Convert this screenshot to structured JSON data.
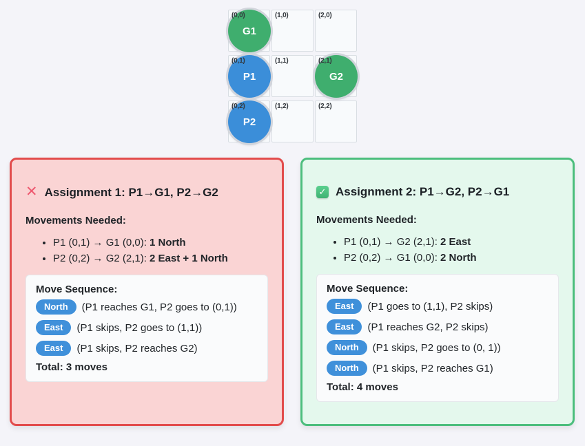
{
  "colors": {
    "page_bg": "#f4f4f9",
    "goal_green": "#3fae6e",
    "player_blue": "#3b8ed9",
    "badge_blue": "#3f90da",
    "fail_border": "#e24c4c",
    "fail_bg": "#fad4d4",
    "pass_border": "#4cbe7d",
    "pass_bg": "#e4f8ed"
  },
  "icons": {
    "fail_glyph": "✕",
    "pass_glyph": "✓"
  },
  "grid": {
    "cells": [
      {
        "coord": "(0,0)",
        "token": "G1",
        "type": "goal"
      },
      {
        "coord": "(1,0)",
        "token": "",
        "type": "empty"
      },
      {
        "coord": "(2,0)",
        "token": "",
        "type": "empty"
      },
      {
        "coord": "(0,1)",
        "token": "P1",
        "type": "player"
      },
      {
        "coord": "(1,1)",
        "token": "",
        "type": "empty"
      },
      {
        "coord": "(2,1)",
        "token": "G2",
        "type": "goal"
      },
      {
        "coord": "(0,2)",
        "token": "P2",
        "type": "player"
      },
      {
        "coord": "(1,2)",
        "token": "",
        "type": "empty"
      },
      {
        "coord": "(2,2)",
        "token": "",
        "type": "empty"
      }
    ]
  },
  "panels": [
    {
      "status": "fail",
      "title": "Assignment 1: P1→G1, P2→G2",
      "movements_heading": "Movements Needed:",
      "movements": [
        {
          "prefix": "P1 (0,1) → G1 (0,0): ",
          "moves": "1 North"
        },
        {
          "prefix": "P2 (0,2) → G2 (2,1): ",
          "moves": "2 East + 1 North"
        }
      ],
      "sequence_heading": "Move Sequence:",
      "moves": [
        {
          "dir": "North",
          "desc": "(P1 reaches G1, P2 goes to (0,1))"
        },
        {
          "dir": "East",
          "desc": "(P1 skips, P2 goes to (1,1))"
        },
        {
          "dir": "East",
          "desc": "(P1 skips, P2 reaches G2)"
        }
      ],
      "total": "Total: 3 moves"
    },
    {
      "status": "pass",
      "title": "Assignment 2: P1→G2, P2→G1",
      "movements_heading": "Movements Needed:",
      "movements": [
        {
          "prefix": "P1 (0,1) → G2 (2,1): ",
          "moves": "2 East"
        },
        {
          "prefix": "P2 (0,2) → G1 (0,0): ",
          "moves": "2 North"
        }
      ],
      "sequence_heading": "Move Sequence:",
      "moves": [
        {
          "dir": "East",
          "desc": "(P1 goes to (1,1), P2 skips)"
        },
        {
          "dir": "East",
          "desc": "(P1 reaches G2, P2 skips)"
        },
        {
          "dir": "North",
          "desc": "(P1 skips, P2 goes to (0, 1))"
        },
        {
          "dir": "North",
          "desc": "(P1 skips, P2 reaches G1)"
        }
      ],
      "total": "Total: 4 moves"
    }
  ]
}
